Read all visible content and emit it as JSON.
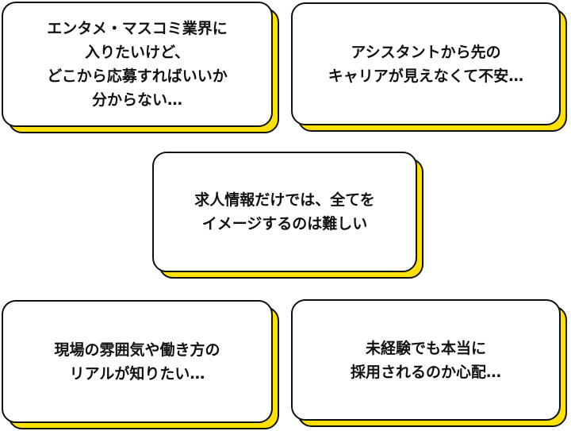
{
  "accent_color": "#ffe100",
  "cards": [
    {
      "lines": [
        "エンタメ・マスコミ業界に",
        "入りたいけど、",
        "どこから応募すればいいか",
        "分からない…"
      ]
    },
    {
      "lines": [
        "アシスタントから先の",
        "キャリアが見えなくて不安…"
      ]
    },
    {
      "lines": [
        "求人情報だけでは、全てを",
        "イメージするのは難しい"
      ]
    },
    {
      "lines": [
        "現場の雰囲気や働き方の",
        "リアルが知りたい…"
      ]
    },
    {
      "lines": [
        "未経験でも本当に",
        "採用されるのか心配…"
      ]
    }
  ]
}
